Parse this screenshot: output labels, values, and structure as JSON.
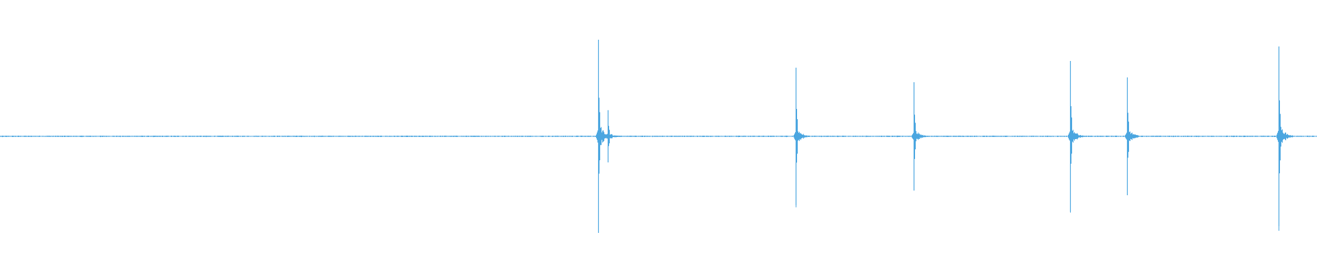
{
  "waveform": {
    "color": "#4ba6e0",
    "background": "#ffffff",
    "baseline_noise_amplitude": 0.006,
    "peaks": [
      {
        "position": 0.4541,
        "amplitude": 1.0,
        "ratio_negative": 1.0
      },
      {
        "position": 0.4617,
        "amplitude": 0.27,
        "ratio_negative": 1.0
      },
      {
        "position": 0.604,
        "amplitude": 0.71,
        "ratio_negative": 1.0
      },
      {
        "position": 0.6939,
        "amplitude": 0.56,
        "ratio_negative": 1.0
      },
      {
        "position": 0.8125,
        "amplitude": 0.78,
        "ratio_negative": 1.0
      },
      {
        "position": 0.8559,
        "amplitude": 0.61,
        "ratio_negative": 1.0
      },
      {
        "position": 0.9707,
        "amplitude": 0.93,
        "ratio_negative": 1.0
      }
    ]
  }
}
